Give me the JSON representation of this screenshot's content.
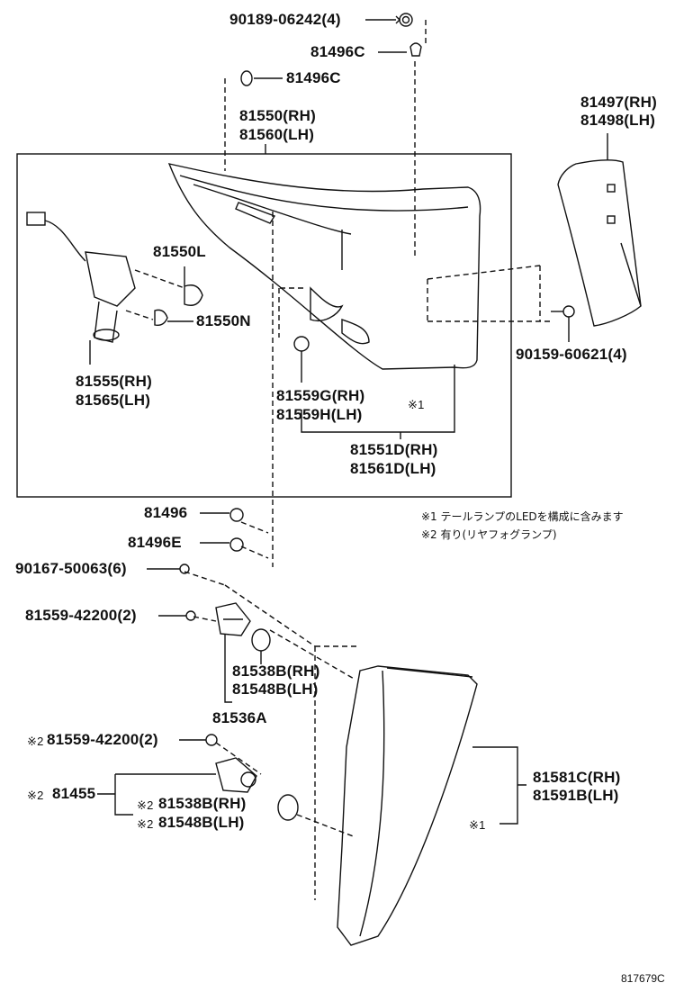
{
  "labels": {
    "p90189": "90189-06242(4)",
    "p81496c_top": "81496C",
    "p81496c_left": "81496C",
    "p81550rh": "81550(RH)",
    "p81560lh": "81560(LH)",
    "p81497rh": "81497(RH)",
    "p81498lh": "81498(LH)",
    "p81550l": "81550L",
    "p81550n": "81550N",
    "p81555rh": "81555(RH)",
    "p81565lh": "81565(LH)",
    "p81559g": "81559G(RH)",
    "p81559h": "81559H(LH)",
    "mark1_center": "※1",
    "p81551d": "81551D(RH)",
    "p81561d": "81561D(LH)",
    "p90159": "90159-60621(4)",
    "p81496": "81496",
    "p81496e": "81496E",
    "p90167": "90167-50063(6)",
    "p81559_42200": "81559-42200(2)",
    "p81538b_rh": "81538B(RH)",
    "p81548b_lh": "81548B(LH)",
    "p81536a": "81536A",
    "p81559_42200_opt": "81559-42200(2)",
    "p81455": "81455",
    "p81538b_rh_opt": "81538B(RH)",
    "p81548b_lh_opt": "81548B(LH)",
    "p81581c": "81581C(RH)",
    "p81591b": "81591B(LH)",
    "mark1_bottom": "※1",
    "opt_mark": "※2"
  },
  "notes": {
    "note1": "※1 テールランプのLEDを構成に含みます",
    "note2": "※2 有り(リヤフォグランプ)"
  },
  "diagram_code": "817679C"
}
